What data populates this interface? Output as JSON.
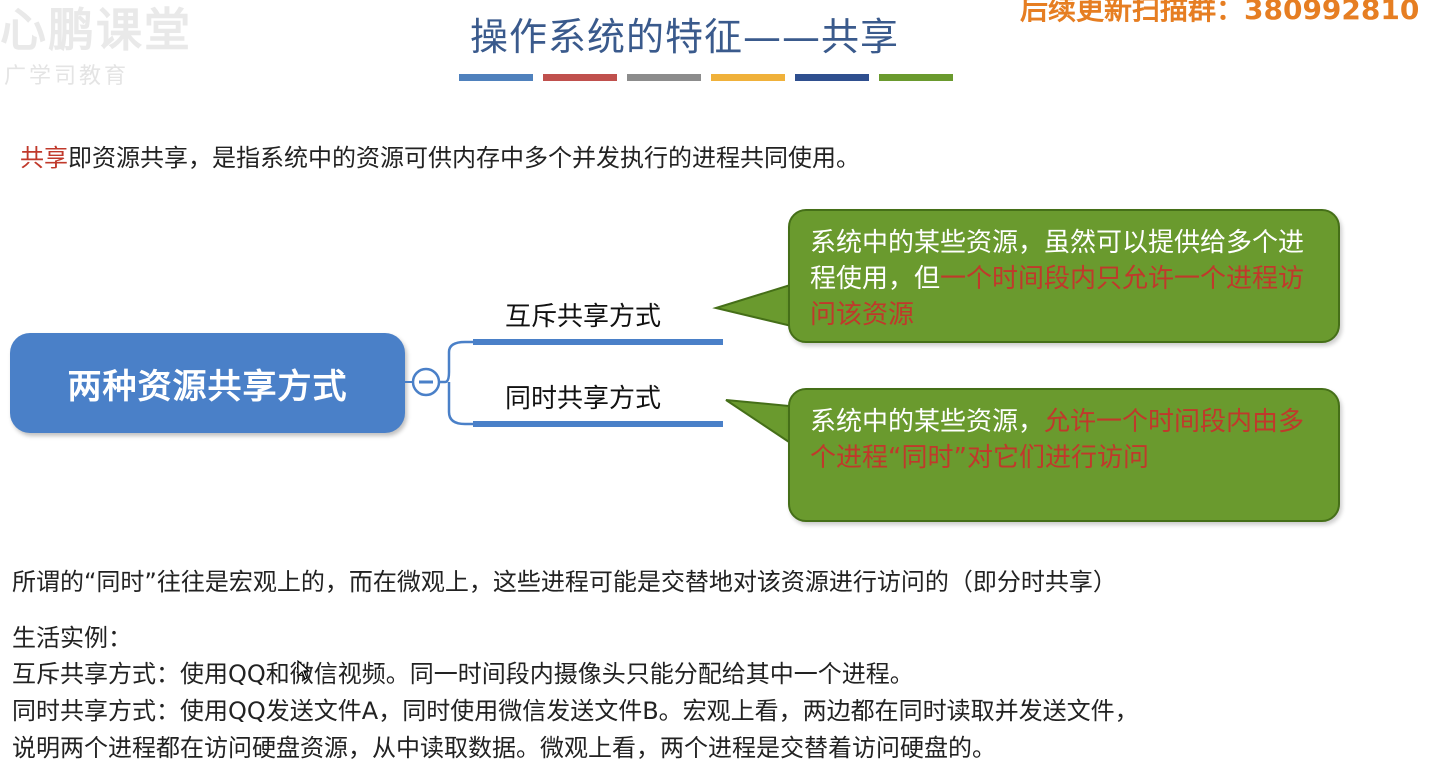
{
  "header": {
    "title": "操作系统的特征——共享",
    "watermark_logo": "心鹏课堂",
    "watermark_sub": "广学司教育",
    "top_right_note": "后续更新扫描群：380992810",
    "color_bar": [
      "#4f81bd",
      "#c0504d",
      "#8c8c8c",
      "#f0b13a",
      "#2f4f8f",
      "#6a9a2e"
    ]
  },
  "intro": {
    "highlight": "共享",
    "rest": "即资源共享，是指系统中的资源可供内存中多个并发执行的进程共同使用。"
  },
  "mindmap": {
    "center": "两种资源共享方式",
    "collapse_symbol": "−",
    "branch1": {
      "label": "互斥共享方式",
      "note_plain": "系统中的某些资源，虽然可以提供给多个进程使用，但",
      "note_red": "一个时间段内只允许一个进程访问该资源"
    },
    "branch2": {
      "label": "同时共享方式",
      "note_plain": "系统中的某些资源，",
      "note_red": "允许一个时间段内由多个进程“同时”对它们进行访问"
    }
  },
  "body": {
    "line1": "所谓的“同时”往往是宏观上的，而在微观上，这些进程可能是交替地对该资源进行访问的（即分时共享）",
    "line2": "生活实例：",
    "line3": "互斥共享方式：使用QQ和微信视频。同一时间段内摄像头只能分配给其中一个进程。",
    "line4": "同时共享方式：使用QQ发送文件A，同时使用微信发送文件B。宏观上看，两边都在同时读取并发送文件，",
    "line5": "说明两个进程都在访问硬盘资源，从中读取数据。微观上看，两个进程是交替着访问硬盘的。"
  },
  "colors": {
    "title": "#3a5a8c",
    "highlight_red": "#c0392b",
    "node_blue": "#4a80c8",
    "bubble_green": "#6a9a2e",
    "connector": "#4a80c8"
  }
}
